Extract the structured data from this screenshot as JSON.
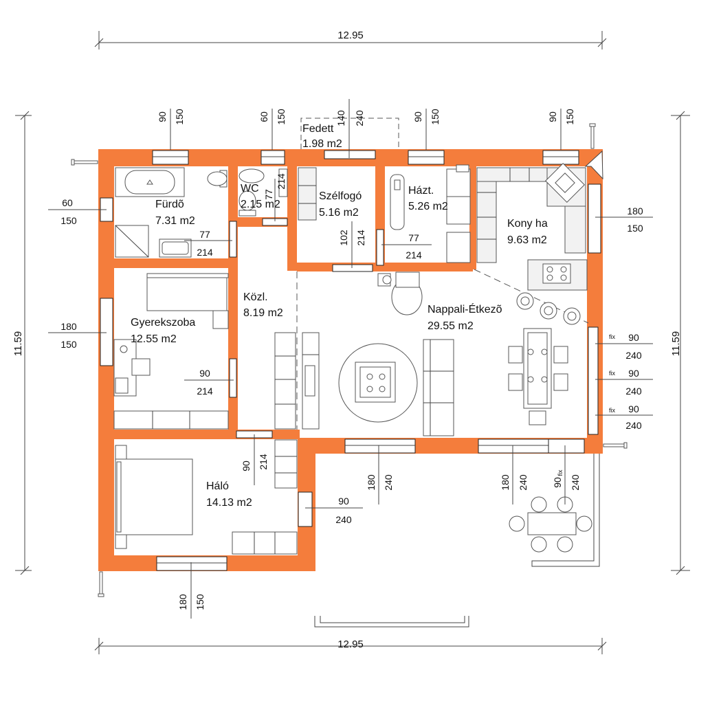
{
  "colors": {
    "wall": "#f47d3c",
    "line": "#333333",
    "furniture": "#555555"
  },
  "overall": {
    "width_top": "12.95",
    "width_bottom": "12.95",
    "height_left": "11.59",
    "height_right": "11.59"
  },
  "rooms": {
    "furdo": {
      "name": "Fürdõ",
      "area": "7.31 m2"
    },
    "wc": {
      "name": "WC",
      "area": "2.15 m2"
    },
    "fedett": {
      "name": "Fedett",
      "area": "1.98 m2"
    },
    "szelfogo": {
      "name": "Szélfogó",
      "area": "5.16 m2"
    },
    "hazt": {
      "name": "Házt.",
      "area": "5.26 m2"
    },
    "konyha": {
      "name": "Kony ha",
      "area": "9.63 m2"
    },
    "kozl": {
      "name": "Közl.",
      "area": "8.19 m2"
    },
    "gyerekszoba": {
      "name": "Gyerekszoba",
      "area": "12.55 m2"
    },
    "nappali": {
      "name": "Nappali-Étkezõ",
      "area": "29.55 m2"
    },
    "halo": {
      "name": "Háló",
      "area": "14.13 m2"
    }
  },
  "openings": {
    "top_furdo": {
      "w": "90",
      "h": "150"
    },
    "top_wc": {
      "w": "60",
      "h": "150"
    },
    "top_door": {
      "w": "140",
      "h": "240"
    },
    "top_hazt": {
      "w": "90",
      "h": "150"
    },
    "top_konyha": {
      "w": "90",
      "h": "150"
    },
    "left_furdo": {
      "w": "60",
      "h": "150"
    },
    "left_gyerek": {
      "w": "180",
      "h": "150"
    },
    "right_konyha": {
      "w": "180",
      "h": "150"
    },
    "door_furdo": {
      "w": "77",
      "h": "214"
    },
    "door_wc": {
      "w": "77",
      "h": "214"
    },
    "door_szelfogo": {
      "w": "102",
      "h": "214"
    },
    "door_hazt": {
      "w": "77",
      "h": "214"
    },
    "door_gyerek": {
      "w": "90",
      "h": "214"
    },
    "door_halo": {
      "w": "90",
      "h": "214"
    },
    "door_halo_out": {
      "w": "90",
      "h": "240"
    },
    "right_fix1": {
      "tag": "fix",
      "w": "90",
      "h": "240"
    },
    "right_fix2": {
      "tag": "fix",
      "w": "90",
      "h": "240"
    },
    "right_fix3": {
      "tag": "fix",
      "w": "90",
      "h": "240"
    },
    "bottom_nappali1": {
      "w": "180",
      "h": "240"
    },
    "bottom_nappali2": {
      "w": "180",
      "h": "240"
    },
    "bottom_fix": {
      "tag": "fix",
      "w": "90",
      "h": "240"
    },
    "bottom_halo": {
      "w": "180",
      "h": "150"
    }
  }
}
